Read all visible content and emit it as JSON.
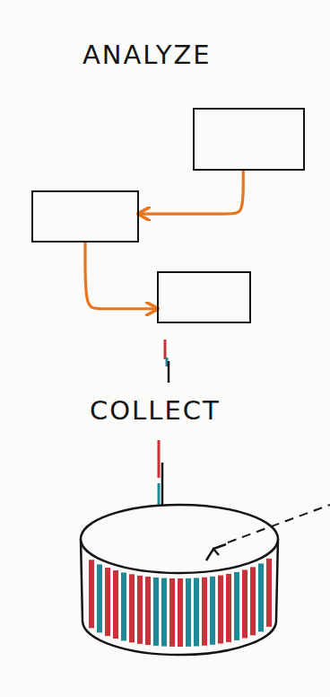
{
  "diagram": {
    "nodes": [
      {
        "text": []
      },
      {
        "text": []
      },
      {
        "text": []
      }
    ],
    "edges": [
      {
        "from": 0,
        "to": 1,
        "arrow": "to"
      },
      {
        "from": 1,
        "to": 2,
        "arrow": "to"
      }
    ],
    "labels": [
      "ANALYZE",
      "COLLECT"
    ]
  }
}
